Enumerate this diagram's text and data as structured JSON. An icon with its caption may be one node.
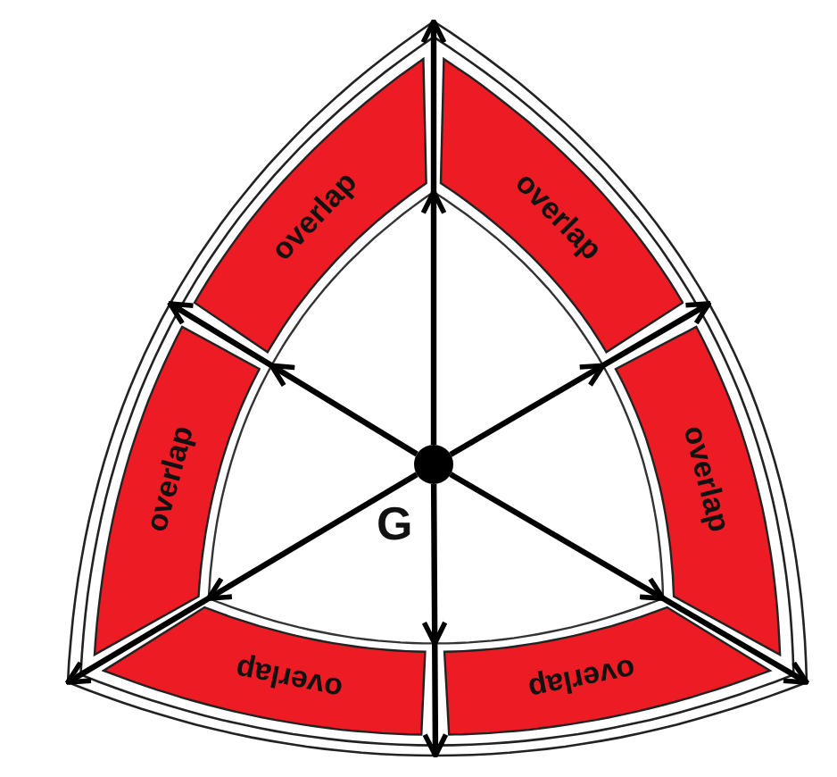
{
  "diagram": {
    "nodes": [
      {
        "text": [
          "overlap"
        ]
      },
      {
        "text": [
          "overlap"
        ]
      },
      {
        "text": [
          "overlap"
        ]
      },
      {
        "text": [
          "overlap"
        ]
      },
      {
        "text": [
          "overlap"
        ]
      },
      {
        "text": [
          "overlap"
        ]
      },
      {
        "text": [],
        "shape": "circle",
        "beside": [
          "G"
        ]
      }
    ],
    "edges": [
      {
        "from": 6,
        "to": 0,
        "arrow": "to"
      },
      {
        "from": 6,
        "to": 3,
        "arrow": "to"
      },
      {
        "from": 6,
        "to": 5,
        "arrow": "to"
      },
      {
        "from": 6,
        "to": 4,
        "arrow": "to"
      },
      {
        "from": 6,
        "to": 4,
        "arrow": "to"
      },
      {
        "from": 6,
        "to": 2,
        "arrow": "to"
      }
    ]
  }
}
